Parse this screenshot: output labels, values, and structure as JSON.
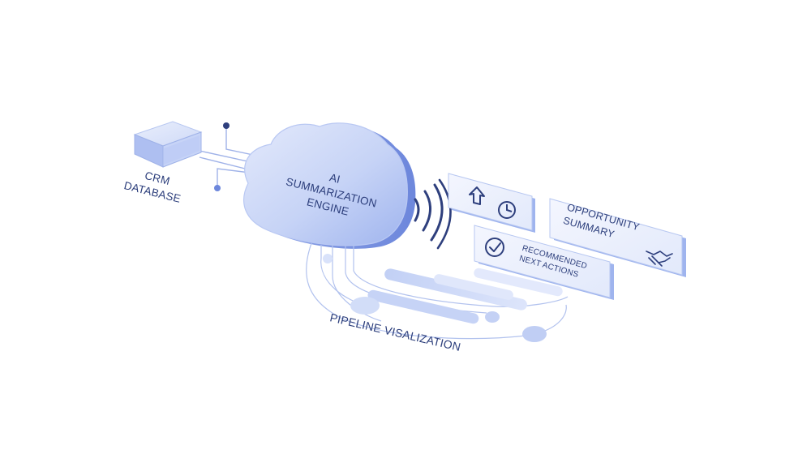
{
  "diagram": {
    "source": {
      "label_line1": "CRM",
      "label_line2": "DATABASE",
      "icon": "database-cube-icon"
    },
    "engine": {
      "label_line1": "AI",
      "label_line2": "SUMMARIZATION",
      "label_line3": "ENGINE",
      "icon": "signal-waves-icon"
    },
    "outputs": {
      "status_panel": {
        "icons": [
          "upload-arrow-icon",
          "clock-icon"
        ]
      },
      "opportunity": {
        "label_line1": "OPPORTUNITY",
        "label_line2": "SUMMARY",
        "icon": "handshake-icon"
      },
      "next_actions": {
        "label_line1": "RECOMMENDED",
        "label_line2": "NEXT ACTIONS",
        "icon": "checkmark-icon"
      }
    },
    "pipeline": {
      "label": "PIPELINE VISALIZATION"
    },
    "colors": {
      "primary": "#5b78d8",
      "light": "#cdd9f8",
      "panel": "#eef2fd",
      "text": "#2d3f7c",
      "line": "#a9bbec"
    }
  }
}
